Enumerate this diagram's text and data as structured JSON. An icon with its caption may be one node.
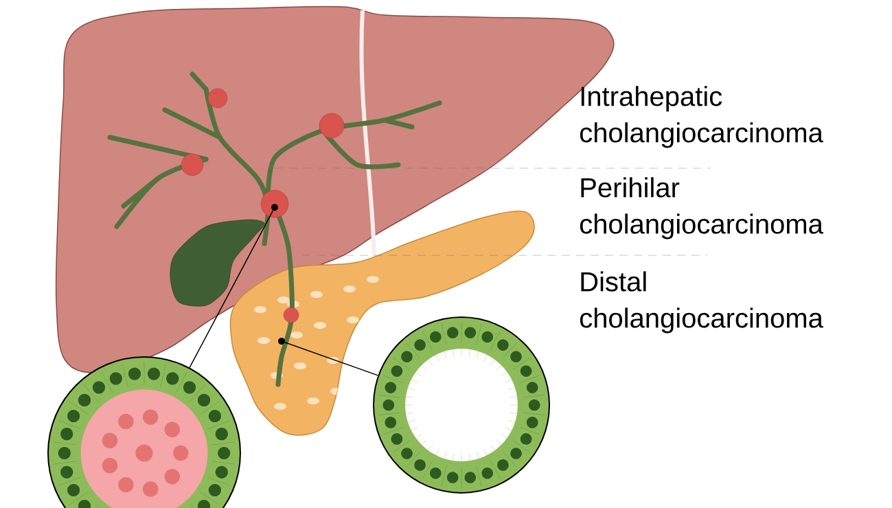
{
  "diagram": {
    "nodes": [
      {
        "text": [],
        "shape": "picture"
      },
      {
        "text": [],
        "shape": "picture"
      },
      {
        "text": [],
        "shape": "circle"
      },
      {
        "text": [],
        "shape": "circle"
      }
    ],
    "edges": [
      {
        "from": 2,
        "to": 0,
        "arrow": "none"
      },
      {
        "from": 3,
        "to": 1,
        "arrow": "none"
      }
    ],
    "labels": [
      "Intrahepatic cholangiocarcinoma",
      "Perihilar cholangiocarcinoma",
      "Distal cholangiocarcinoma"
    ]
  }
}
